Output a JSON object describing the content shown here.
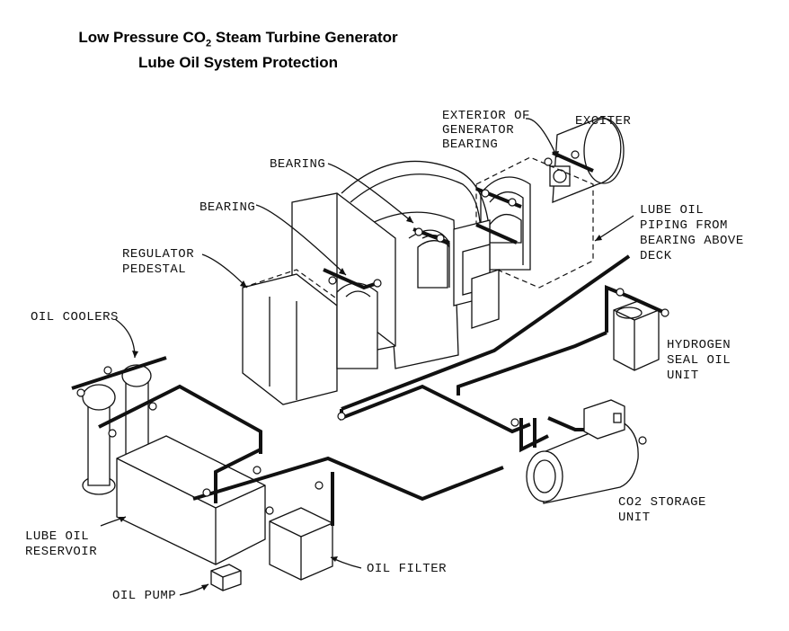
{
  "title": {
    "line1_prefix": "Low Pressure CO",
    "line1_sub": "2",
    "line1_suffix": " Steam Turbine Generator",
    "line2": "Lube Oil System Protection"
  },
  "labels": {
    "exterior_of_generator_bearing": [
      "EXTERIOR OF",
      "GENERATOR",
      "BEARING"
    ],
    "exciter": "EXCITER",
    "bearing_upper": "BEARING",
    "bearing_lower": "BEARING",
    "lube_oil_piping": [
      "LUBE OIL",
      "PIPING FROM",
      "BEARING ABOVE",
      "DECK"
    ],
    "regulator_pedestal": [
      "REGULATOR",
      "PEDESTAL"
    ],
    "oil_coolers": "OIL COOLERS",
    "hydrogen_seal_oil_unit": [
      "HYDROGEN",
      "SEAL OIL",
      "UNIT"
    ],
    "co2_storage_unit": [
      "CO2 STORAGE",
      "UNIT"
    ],
    "lube_oil_reservoir": [
      "LUBE OIL",
      "RESERVOIR"
    ],
    "oil_filter": "OIL FILTER",
    "oil_pump": "OIL PUMP"
  }
}
